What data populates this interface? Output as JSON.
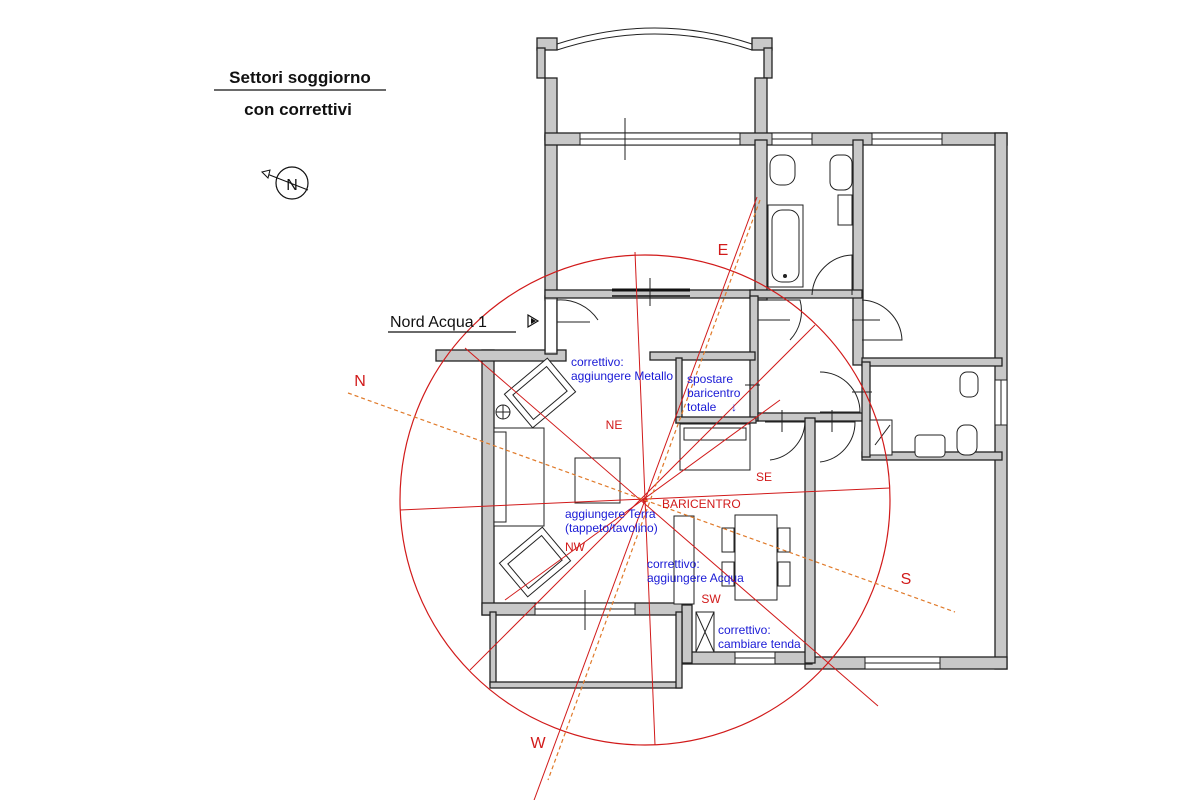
{
  "title": {
    "line1": "Settori soggiorno",
    "line2": "con correttivi"
  },
  "compass_letter": "N",
  "entrance_label": "Nord Acqua 1",
  "directions": {
    "n": "N",
    "e": "E",
    "s": "S",
    "w": "W"
  },
  "sectors": {
    "ne": "NE",
    "se": "SE",
    "nw": "NW",
    "sw": "SW"
  },
  "center_label": "BARICENTRO",
  "notes": {
    "metallo_1": "correttivo:",
    "metallo_2": "aggiungere Metallo",
    "spostare_1": "spostare",
    "spostare_2": "baricentro",
    "spostare_3": "totale",
    "spostare_arrow": "↓",
    "terra_1": "aggiungere Terra",
    "terra_2": "(tappeto/tavolino)",
    "acqua_1": "correttivo:",
    "acqua_2": "aggiungere Acqua",
    "tenda_1": "correttivo:",
    "tenda_2": "cambiare tenda"
  },
  "colors": {
    "sector_lines": "#d11a1a",
    "axis_lines": "#e07a2a",
    "notes": "#1a1ad6",
    "walls": "#c8c8c8"
  }
}
